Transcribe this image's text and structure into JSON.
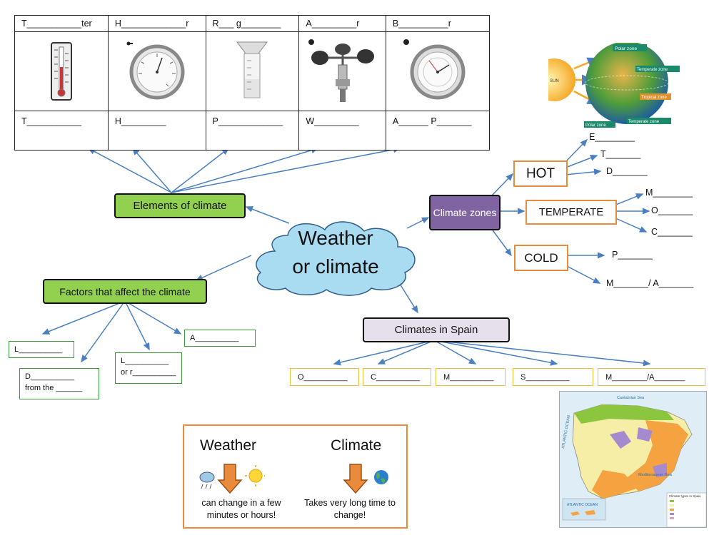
{
  "table": {
    "headers": [
      "T___________ter",
      "H_____________r",
      "R___ g________",
      "A_________r",
      "B__________r"
    ],
    "footers": [
      "T___________",
      "H_________",
      "P_____________",
      "W_________",
      "A______ P_______"
    ],
    "instruments": [
      "thermometer-icon",
      "hygrometer-icon",
      "rain-gauge-icon",
      "anemometer-icon",
      "barometer-icon"
    ]
  },
  "center": {
    "line1": "Weather",
    "line2": "or climate"
  },
  "elements_of_climate": "Elements of climate",
  "factors": {
    "title": "Factors that affect the climate",
    "l": "L__________",
    "d1": "D__________",
    "d2": "from the ______",
    "lr1": "L__________",
    "lr2": "or r__________",
    "a": "A__________"
  },
  "zones": {
    "title": "Climate zones",
    "hot": "HOT",
    "hot_items": [
      "E________",
      "T_______",
      "D_______"
    ],
    "temperate": "TEMPERATE",
    "temperate_items": [
      "M________",
      "O_______",
      "C_______"
    ],
    "cold": "COLD",
    "cold_items": [
      "P_______",
      "M_______/ A_______"
    ]
  },
  "spain": {
    "title": "Climates in Spain",
    "items": [
      "O__________",
      "C__________",
      "M__________",
      "S__________",
      "M________/A_______"
    ]
  },
  "globe_labels": {
    "sun": "SUN",
    "polar_top": "Polar zone",
    "temperate_top": "Temperate zone",
    "tropical": "Tropical zone",
    "polar_bottom": "Polar zone",
    "temperate_bottom": "Temperate zone"
  },
  "map_labels": {
    "sea_top": "Cantabrian Sea",
    "ocean": "ATLANTIC OCEAN",
    "med": "Mediterranean Sea",
    "ocean2": "ATLANTIC OCEAN",
    "legend_title": "Climate types in Spain"
  },
  "legend": {
    "weather": "Weather",
    "climate": "Climate",
    "weather_desc": "can change in a few minutes or hours!",
    "climate_desc": "Takes very long time to change!"
  },
  "colors": {
    "green": "#92d050",
    "purple": "#8064a2",
    "lilac": "#e6e0ec",
    "orange": "#e98b3a",
    "cloud": "#a9dcf0",
    "arrow": "#4a7fc1"
  }
}
